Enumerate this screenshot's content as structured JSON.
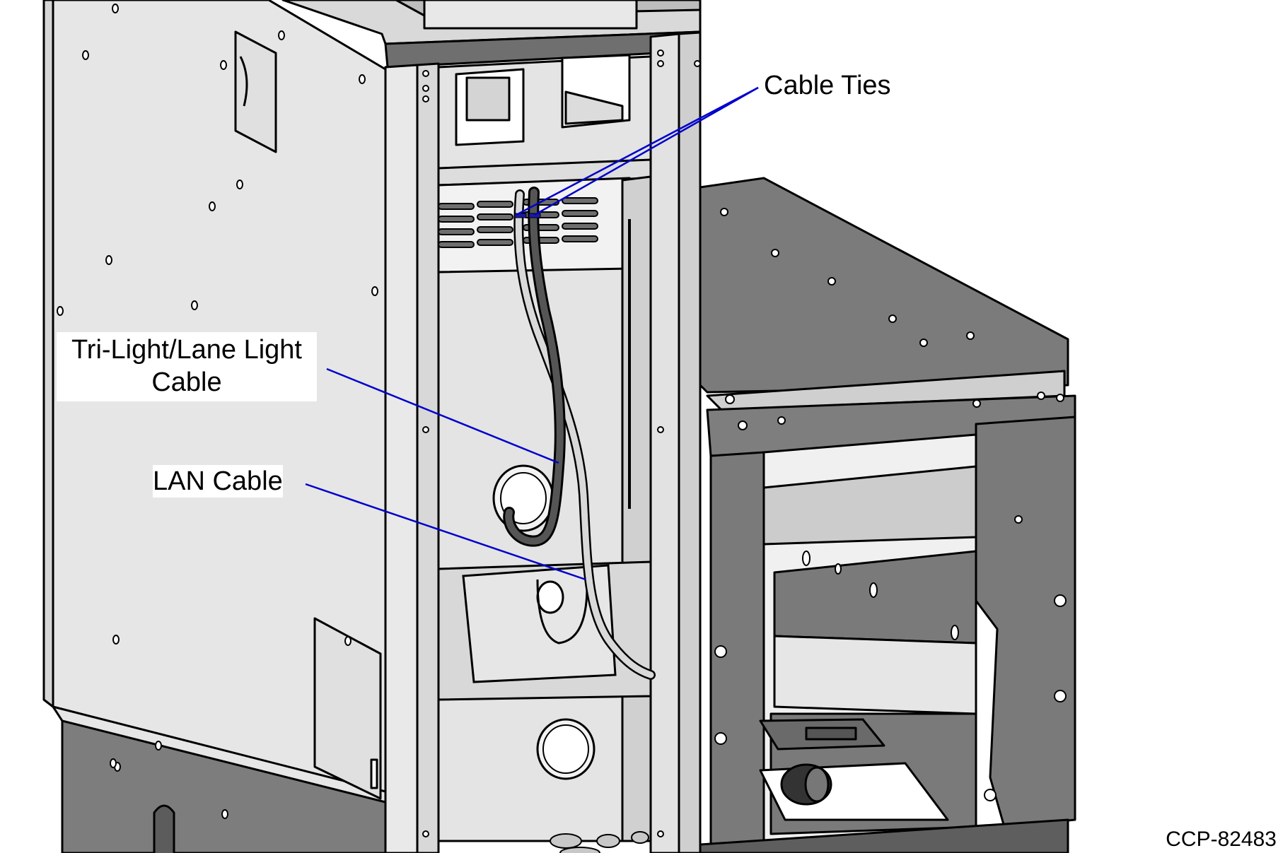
{
  "callouts": {
    "cable_ties": "Cable Ties",
    "trilight_line1": "Tri-Light/Lane Light",
    "trilight_line2": "Cable",
    "lan_cable": "LAN Cable"
  },
  "figure_id": "CCP-82483",
  "colors": {
    "leader_line": "#0000cc",
    "panel_light": "#e4e4e4",
    "panel_mid": "#cfcfcf",
    "panel_dark": "#7a7a7a",
    "outline": "#000000"
  }
}
